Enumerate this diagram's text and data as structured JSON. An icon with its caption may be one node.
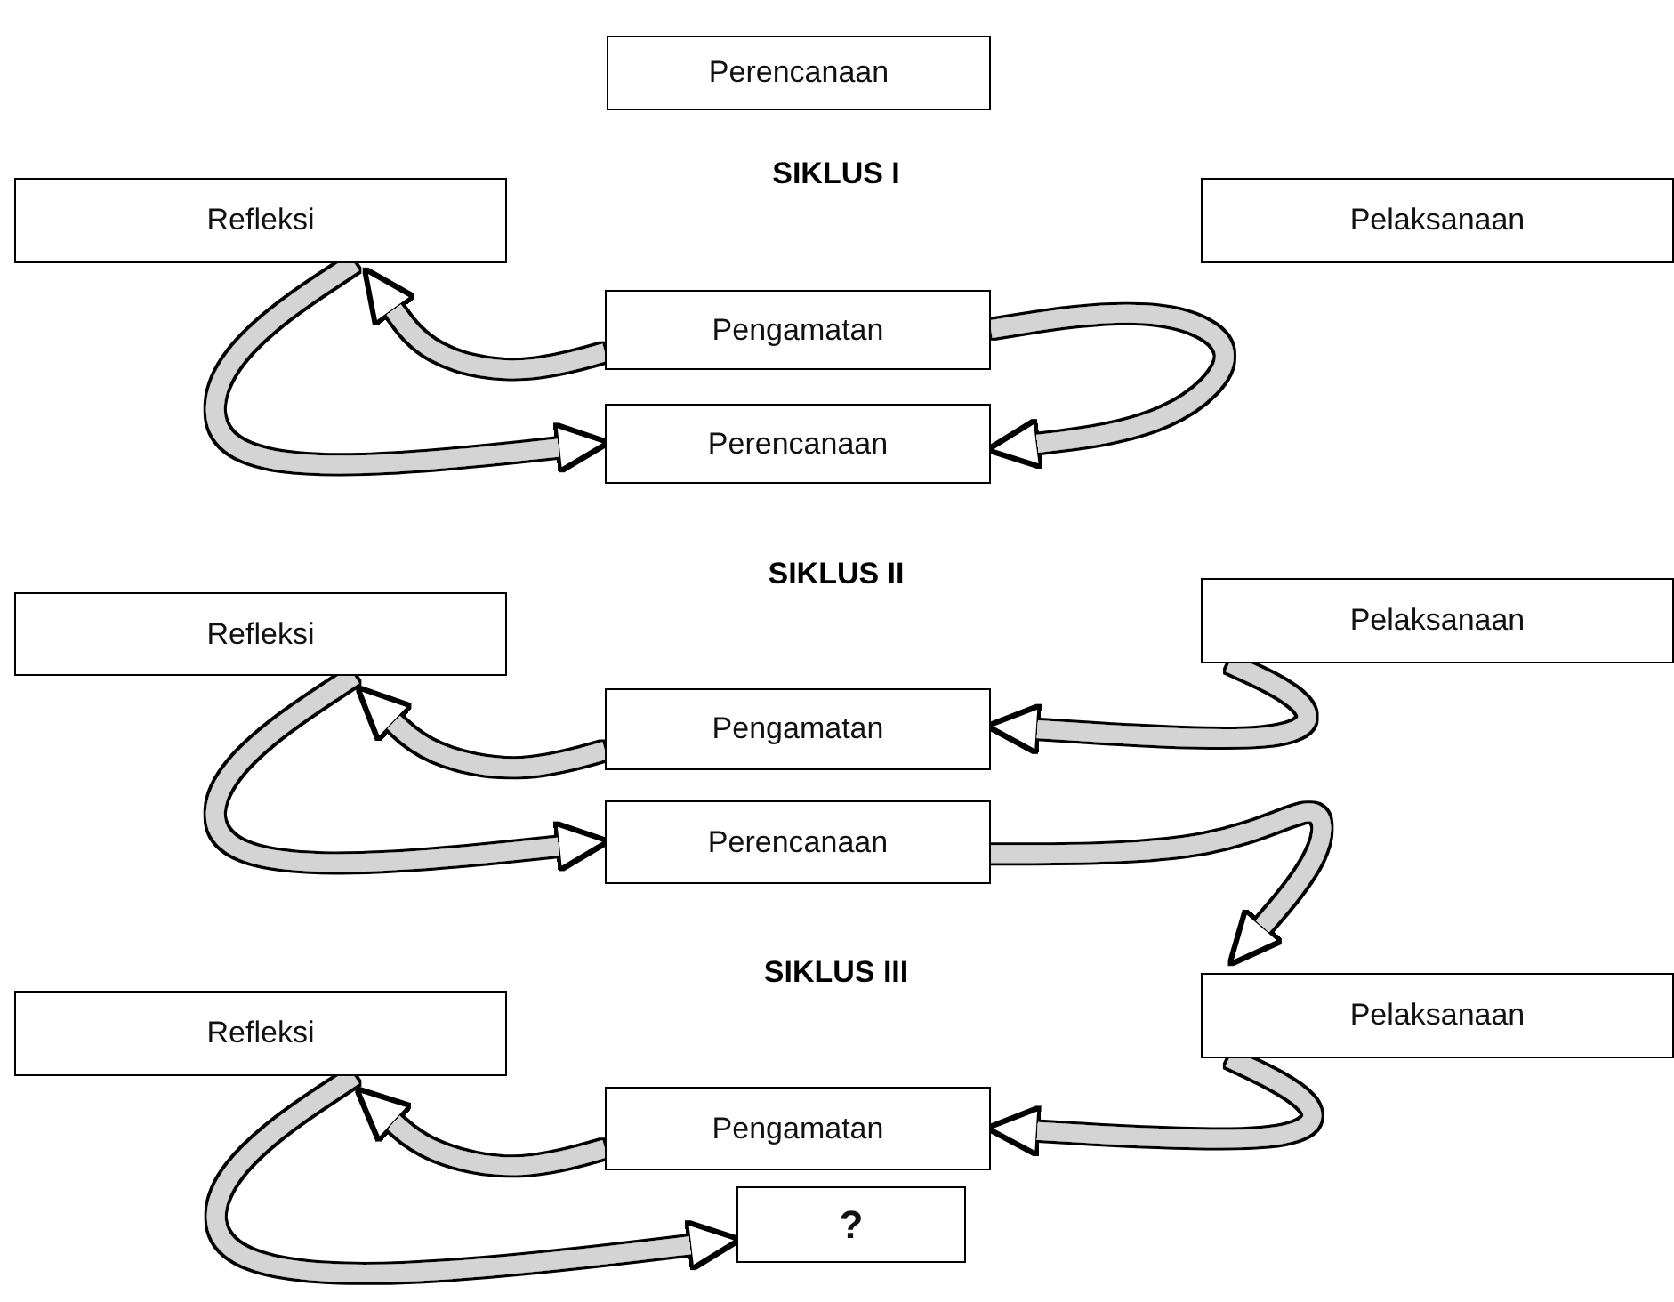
{
  "diagram": {
    "nodes": [
      {
        "text": [
          "Perencanaan"
        ]
      },
      {
        "text": [
          "Refleksi"
        ]
      },
      {
        "text": [
          "Pelaksanaan"
        ]
      },
      {
        "text": [
          "Pengamatan"
        ]
      },
      {
        "text": [
          "Perencanaan"
        ]
      },
      {
        "text": [
          "Refleksi"
        ]
      },
      {
        "text": [
          "Pelaksanaan"
        ]
      },
      {
        "text": [
          "Pengamatan"
        ]
      },
      {
        "text": [
          "Perencanaan"
        ]
      },
      {
        "text": [
          "Refleksi"
        ]
      },
      {
        "text": [
          "Pelaksanaan"
        ]
      },
      {
        "text": [
          "Pengamatan"
        ]
      },
      {
        "text": [
          "?"
        ]
      }
    ],
    "edges": [
      {
        "from": 3,
        "to": 1,
        "arrow": "to"
      },
      {
        "from": 1,
        "to": 4,
        "arrow": "to"
      },
      {
        "from": 3,
        "to": 4,
        "arrow": "to"
      },
      {
        "from": 7,
        "to": 5,
        "arrow": "to"
      },
      {
        "from": 5,
        "to": 8,
        "arrow": "to"
      },
      {
        "from": 6,
        "to": 7,
        "arrow": "to"
      },
      {
        "from": 8,
        "to": 10,
        "arrow": "to"
      },
      {
        "from": 11,
        "to": 9,
        "arrow": "to"
      },
      {
        "from": 9,
        "to": 12,
        "arrow": "to"
      },
      {
        "from": 10,
        "to": 11,
        "arrow": "to"
      }
    ],
    "labels": [
      "SIKLUS I",
      "SIKLUS II",
      "SIKLUS III"
    ]
  }
}
